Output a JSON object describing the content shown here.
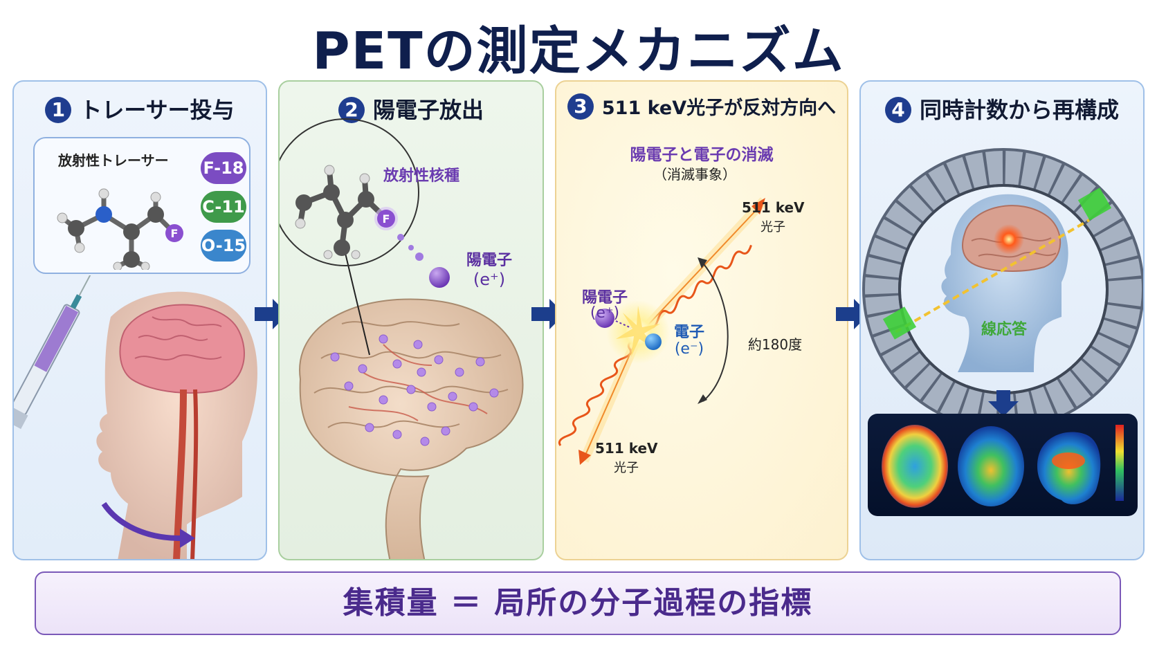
{
  "title": "PETの測定メカニズム",
  "steps": [
    {
      "number": "1",
      "title": "トレーサー投与"
    },
    {
      "number": "2",
      "title": "陽電子放出"
    },
    {
      "number": "3",
      "title": "511 keV光子が反対方向へ"
    },
    {
      "number": "4",
      "title": "同時計数から再構成"
    }
  ],
  "step1": {
    "tracer_label": "放射性トレーサー",
    "isotopes": [
      {
        "label": "F-18",
        "color": "#7b4cc2"
      },
      {
        "label": "C-11",
        "color": "#3f9a4a"
      },
      {
        "label": "O-15",
        "color": "#3a86cc"
      }
    ],
    "atom_f": "F"
  },
  "step2": {
    "nuclide_label": "放射性核種",
    "atom_f": "F",
    "positron_label": "陽電子",
    "positron_symbol": "(e⁺)"
  },
  "step3": {
    "annihilation_title": "陽電子と電子の消滅",
    "annihilation_sub": "（消滅事象）",
    "photon_top": "511 keV",
    "photon_top_sub": "光子",
    "photon_bottom": "511 keV",
    "photon_bottom_sub": "光子",
    "positron_label": "陽電子",
    "positron_symbol": "(e⁺)",
    "electron_label": "電子",
    "electron_symbol": "(e⁻)",
    "angle_label": "約180度"
  },
  "step4": {
    "lor_label": "線応答"
  },
  "summary": "集積量 ＝ 局所の分子過程の指標",
  "colors": {
    "navy": "#0f1f4d",
    "step_badge": "#1f3d8f",
    "purple": "#6a3bb0",
    "blue": "#1f5bb5",
    "photon": "#e8561a",
    "lor": "#f2c230"
  }
}
